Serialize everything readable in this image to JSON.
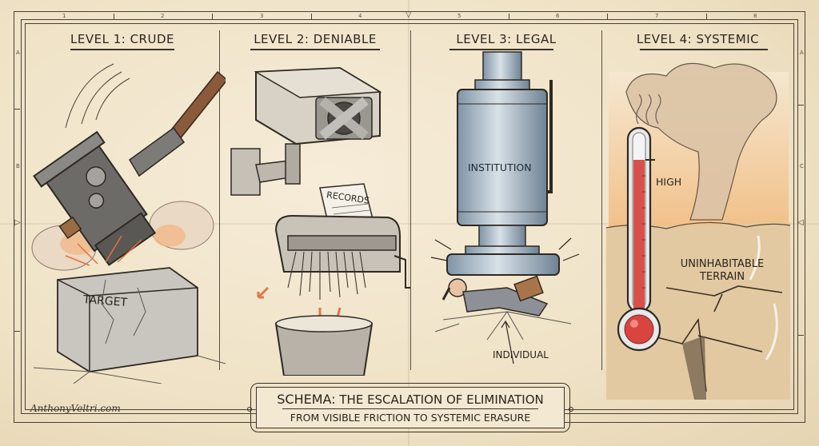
{
  "title_block": {
    "heading": "SCHEMA: THE ESCALATION OF ELIMINATION",
    "heading_lead": "SCHEMA:",
    "heading_rest": "THE ESCALATION OF ELIMINATION",
    "subheading": "FROM VISIBLE FRICTION TO SYSTEMIC ERASURE"
  },
  "signature": "AnthonyVeltri.com",
  "ruler": {
    "top_numbers": [
      "1",
      "2",
      "3",
      "4",
      "5",
      "6",
      "7",
      "8"
    ],
    "left_letters": [
      "A",
      "B"
    ],
    "right_letters": [
      "A",
      "C"
    ]
  },
  "panels": [
    {
      "id": "level-1",
      "title": "LEVEL 1: CRUDE",
      "illustration": "mechanical-sledgehammer-smashing-block",
      "labels": {
        "block": "TARGET"
      }
    },
    {
      "id": "level-2",
      "title": "LEVEL 2: DENIABLE",
      "illustration": "taped-security-camera-and-shredder",
      "labels": {
        "document": "RECORDS"
      }
    },
    {
      "id": "level-3",
      "title": "LEVEL 3: LEGAL",
      "illustration": "hydraulic-press-crushing-person",
      "labels": {
        "press": "INSTITUTION",
        "person": "INDIVIDUAL"
      }
    },
    {
      "id": "level-4",
      "title": "LEVEL 4: SYSTEMIC",
      "illustration": "thermometer-over-cracked-wasteland",
      "labels": {
        "thermometer": "HIGH",
        "terrain_line1": "UNINHABITABLE",
        "terrain_line2": "TERRAIN"
      }
    }
  ],
  "colors": {
    "paper": "#f3e8d2",
    "ink": "#2e2922",
    "mercury_red": "#d9504a",
    "haze_orange": "#f0b67a",
    "steel_blue": "#8fa6b8",
    "wood_brown": "#8a5a3a"
  }
}
